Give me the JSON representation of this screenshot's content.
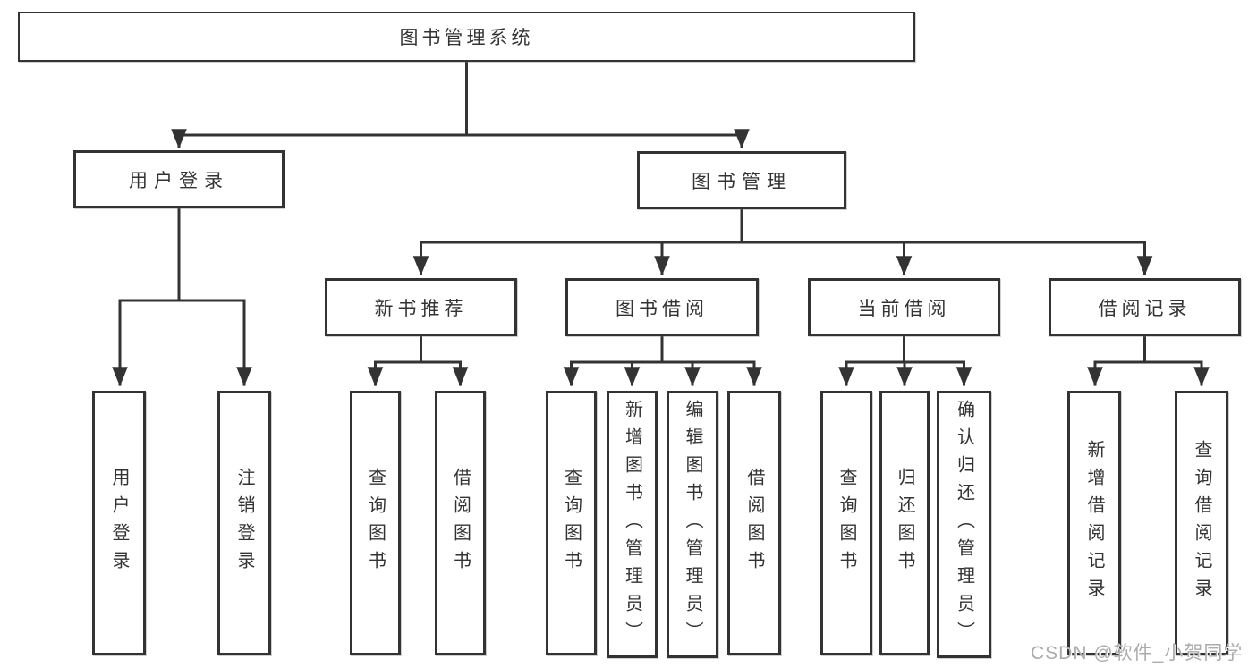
{
  "diagram": {
    "type": "tree-diagram",
    "title": "图书管理系统",
    "watermark": "CSDN @软件_小贺同学",
    "colors": {
      "line": "#333333",
      "box_border": "#333333",
      "box_background": "#ffffff",
      "text": "#333333",
      "background": "#ffffff",
      "watermark": "#ababab"
    },
    "tree": {
      "label": "图书管理系统",
      "children": [
        {
          "label": "用户登录",
          "children": [
            {
              "label": "用户登录"
            },
            {
              "label": "注销登录"
            }
          ]
        },
        {
          "label": "图书管理",
          "children": [
            {
              "label": "新书推荐",
              "children": [
                {
                  "label": "查询图书"
                },
                {
                  "label": "借阅图书"
                }
              ]
            },
            {
              "label": "图书借阅",
              "children": [
                {
                  "label": "查询图书"
                },
                {
                  "label": "新增图书（管理员）"
                },
                {
                  "label": "编辑图书（管理员）"
                },
                {
                  "label": "借阅图书"
                }
              ]
            },
            {
              "label": "当前借阅",
              "children": [
                {
                  "label": "查询图书"
                },
                {
                  "label": "归还图书"
                },
                {
                  "label": "确认归还（管理员）"
                }
              ]
            },
            {
              "label": "借阅记录",
              "children": [
                {
                  "label": "新增借阅记录"
                },
                {
                  "label": "查询借阅记录"
                }
              ]
            }
          ]
        }
      ]
    }
  }
}
